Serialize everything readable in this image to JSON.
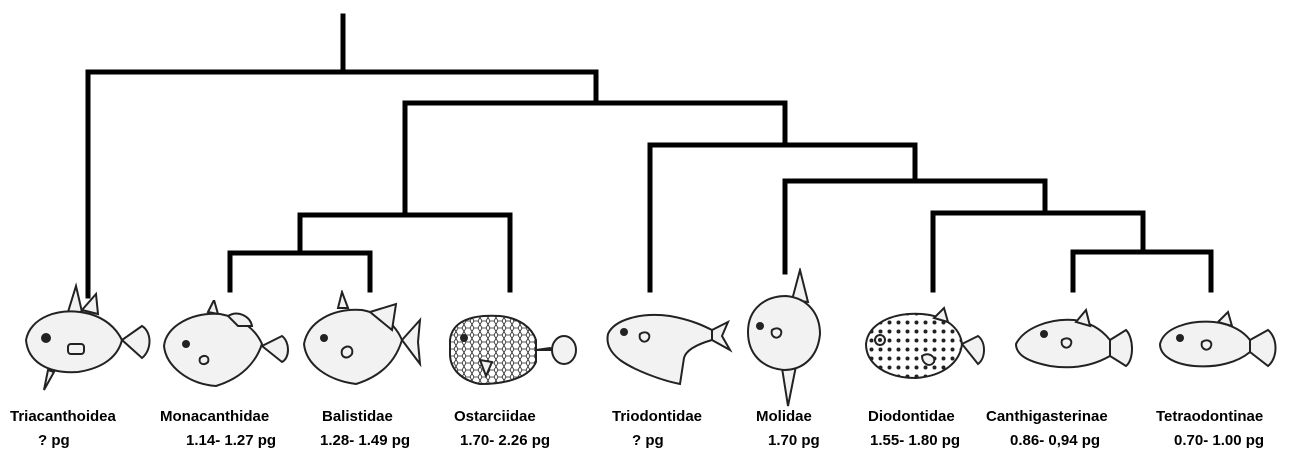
{
  "taxa": [
    {
      "name": "Triacanthoidea",
      "genome_size": "? pg",
      "fish_icon": "triacanthoid-fish-icon"
    },
    {
      "name": "Monacanthidae",
      "genome_size": "1.14- 1.27 pg",
      "fish_icon": "filefish-icon"
    },
    {
      "name": "Balistidae",
      "genome_size": "1.28- 1.49 pg",
      "fish_icon": "triggerfish-icon"
    },
    {
      "name": "Ostarciidae",
      "genome_size": "1.70- 2.26 pg",
      "fish_icon": "boxfish-icon"
    },
    {
      "name": "Triodontidae",
      "genome_size": "? pg",
      "fish_icon": "three-toothed-puffer-icon"
    },
    {
      "name": "Molidae",
      "genome_size": "1.70 pg",
      "fish_icon": "sunfish-icon"
    },
    {
      "name": "Diodontidae",
      "genome_size": "1.55- 1.80 pg",
      "fish_icon": "porcupinefish-icon"
    },
    {
      "name": "Canthigasterinae",
      "genome_size": "0.86- 0,94 pg",
      "fish_icon": "sharpnose-puffer-icon"
    },
    {
      "name": "Tetraodontinae",
      "genome_size": "0.70- 1.00 pg",
      "fish_icon": "pufferfish-icon"
    }
  ],
  "colors": {
    "tree_line": "#000000",
    "fish_outline": "#222222",
    "fish_fill": "#f2f2f2"
  }
}
